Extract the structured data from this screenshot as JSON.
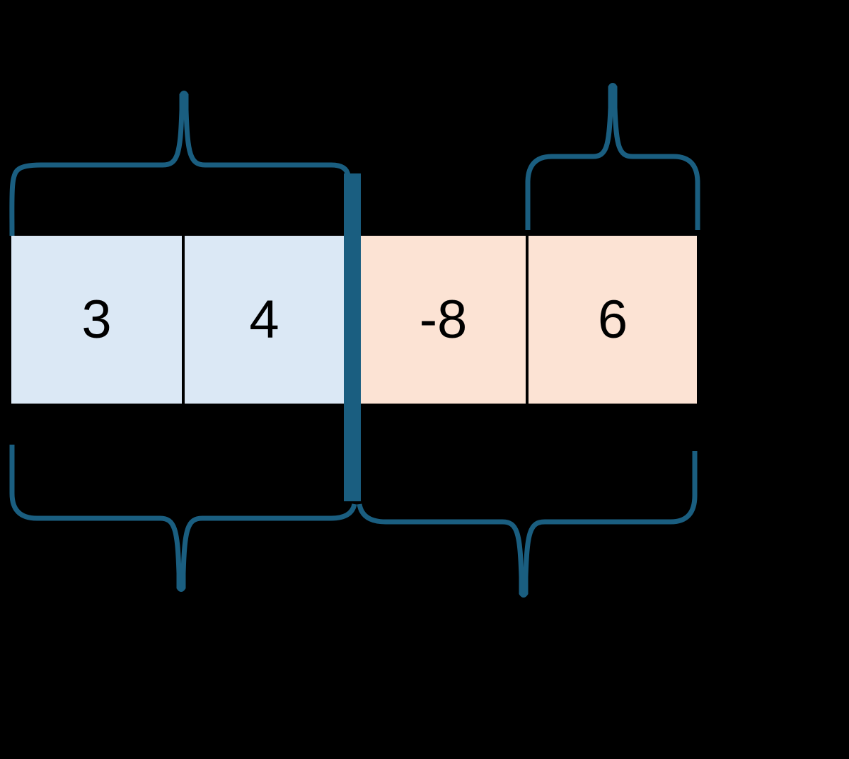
{
  "diagram": {
    "description_visible_content_only": "array split diagram",
    "cells": [
      {
        "value": "3",
        "fill": "#dbe8f5",
        "group": "left"
      },
      {
        "value": "4",
        "fill": "#dbe8f5",
        "group": "left"
      },
      {
        "value": "-8",
        "fill": "#fce3d4",
        "group": "right"
      },
      {
        "value": "6",
        "fill": "#fce3d4",
        "group": "right"
      }
    ],
    "colors": {
      "background": "#000000",
      "left_cell_fill": "#dbe8f5",
      "right_cell_fill": "#fce3d4",
      "brace_accent": "#1a5e80",
      "cell_separator": "#000000",
      "number_text": "#000000"
    }
  }
}
